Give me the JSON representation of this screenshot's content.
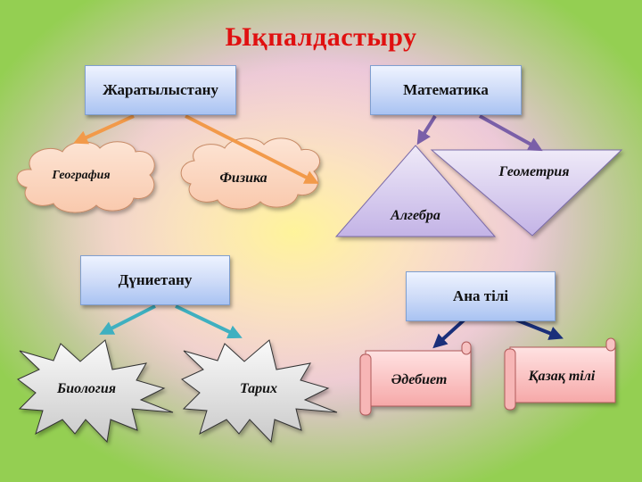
{
  "title": "Ықпалдастыру",
  "colors": {
    "title": "#e01010",
    "arrow_science": "#f29a4a",
    "arrow_math": "#7a5fa8",
    "arrow_world": "#3fb0c0",
    "arrow_lang": "#1a2f7a",
    "box_fill": "#c4d6f6"
  },
  "groups": [
    {
      "label": "Жаратылыстану",
      "shape": "cloud",
      "children": [
        {
          "label": "География"
        },
        {
          "label": "Физика"
        }
      ]
    },
    {
      "label": "Математика",
      "shape": "triangle",
      "children": [
        {
          "label": "Алгебра"
        },
        {
          "label": "Геометрия"
        }
      ]
    },
    {
      "label": "Дүниетану",
      "shape": "explosion",
      "children": [
        {
          "label": "Биология"
        },
        {
          "label": "Тарих"
        }
      ]
    },
    {
      "label": "Ана тілі",
      "shape": "scroll",
      "children": [
        {
          "label": "Әдебиет"
        },
        {
          "label": "Қазақ тілі"
        }
      ]
    }
  ]
}
